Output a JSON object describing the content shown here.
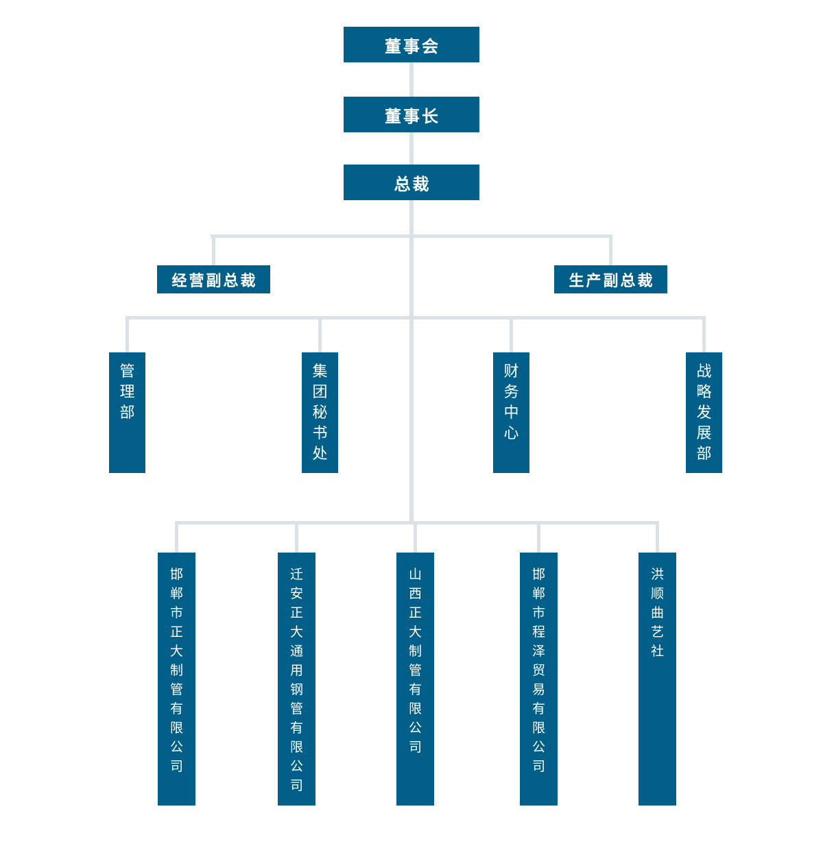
{
  "org": {
    "board": {
      "label": "董事会"
    },
    "chairman": {
      "label": "董事长"
    },
    "president": {
      "label": "总裁"
    },
    "vice_presidents": [
      {
        "label": "经营副总裁"
      },
      {
        "label": "生产副总裁"
      }
    ],
    "departments": [
      {
        "label": "管理部"
      },
      {
        "label": "集团秘书处"
      },
      {
        "label": "财务中心"
      },
      {
        "label": "战略发展部"
      }
    ],
    "subsidiaries": [
      {
        "label": "邯郸市正大制管有限公司"
      },
      {
        "label": "迁安正大通用钢管有限公司"
      },
      {
        "label": "山西正大制管有限公司"
      },
      {
        "label": "邯郸市程泽贸易有限公司"
      },
      {
        "label": "洪顺曲艺社"
      }
    ]
  },
  "theme": {
    "box_color": "#015F89",
    "line_color": "#DBE2E7",
    "text_color": "#FFFFFF",
    "background_color": "#FFFFFF"
  }
}
